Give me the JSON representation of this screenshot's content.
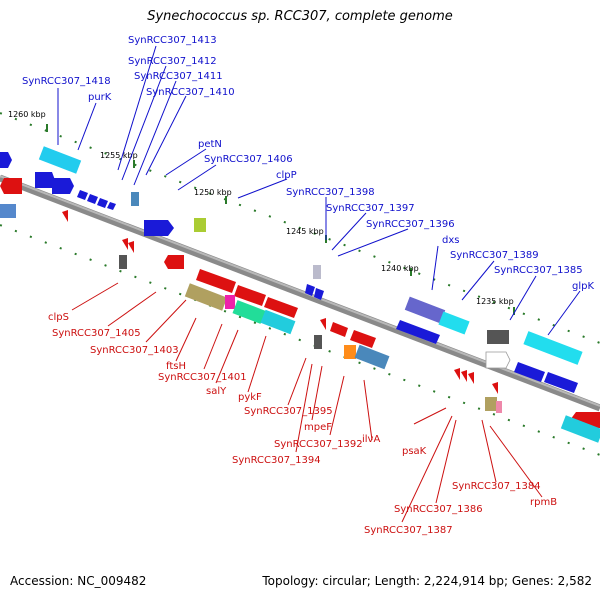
{
  "title": "Synechococcus sp. RCC307, complete genome",
  "footer": {
    "accession": "Accession: NC_009482",
    "summary": "Topology: circular; Length: 2,224,914 bp; Genes: 2,582"
  },
  "colors": {
    "backbone": "#888888",
    "top_label": "#1010cc",
    "bottom_label": "#cc1010",
    "tick": "#2a7a2a"
  },
  "ticks": [
    "1260 kbp",
    "1255 kbp",
    "1250 kbp",
    "1245 kbp",
    "1240 kbp",
    "1235 kbp"
  ],
  "top_labels": [
    "SynRCC307_1413",
    "SynRCC307_1418",
    "SynRCC307_1412",
    "SynRCC307_1411",
    "purK",
    "SynRCC307_1410",
    "petN",
    "SynRCC307_1406",
    "clpP",
    "SynRCC307_1398",
    "SynRCC307_1397",
    "SynRCC307_1396",
    "dxs",
    "SynRCC307_1389",
    "SynRCC307_1385",
    "glpK"
  ],
  "bottom_labels": [
    "clpS",
    "SynRCC307_1405",
    "SynRCC307_1403",
    "ftsH",
    "SynRCC307_1401",
    "salY",
    "pykF",
    "SynRCC307_1395",
    "mpeF",
    "SynRCC307_1392",
    "ilvA",
    "SynRCC307_1394",
    "psaK",
    "SynRCC307_1384",
    "rpmB",
    "SynRCC307_1386",
    "SynRCC307_1387"
  ]
}
